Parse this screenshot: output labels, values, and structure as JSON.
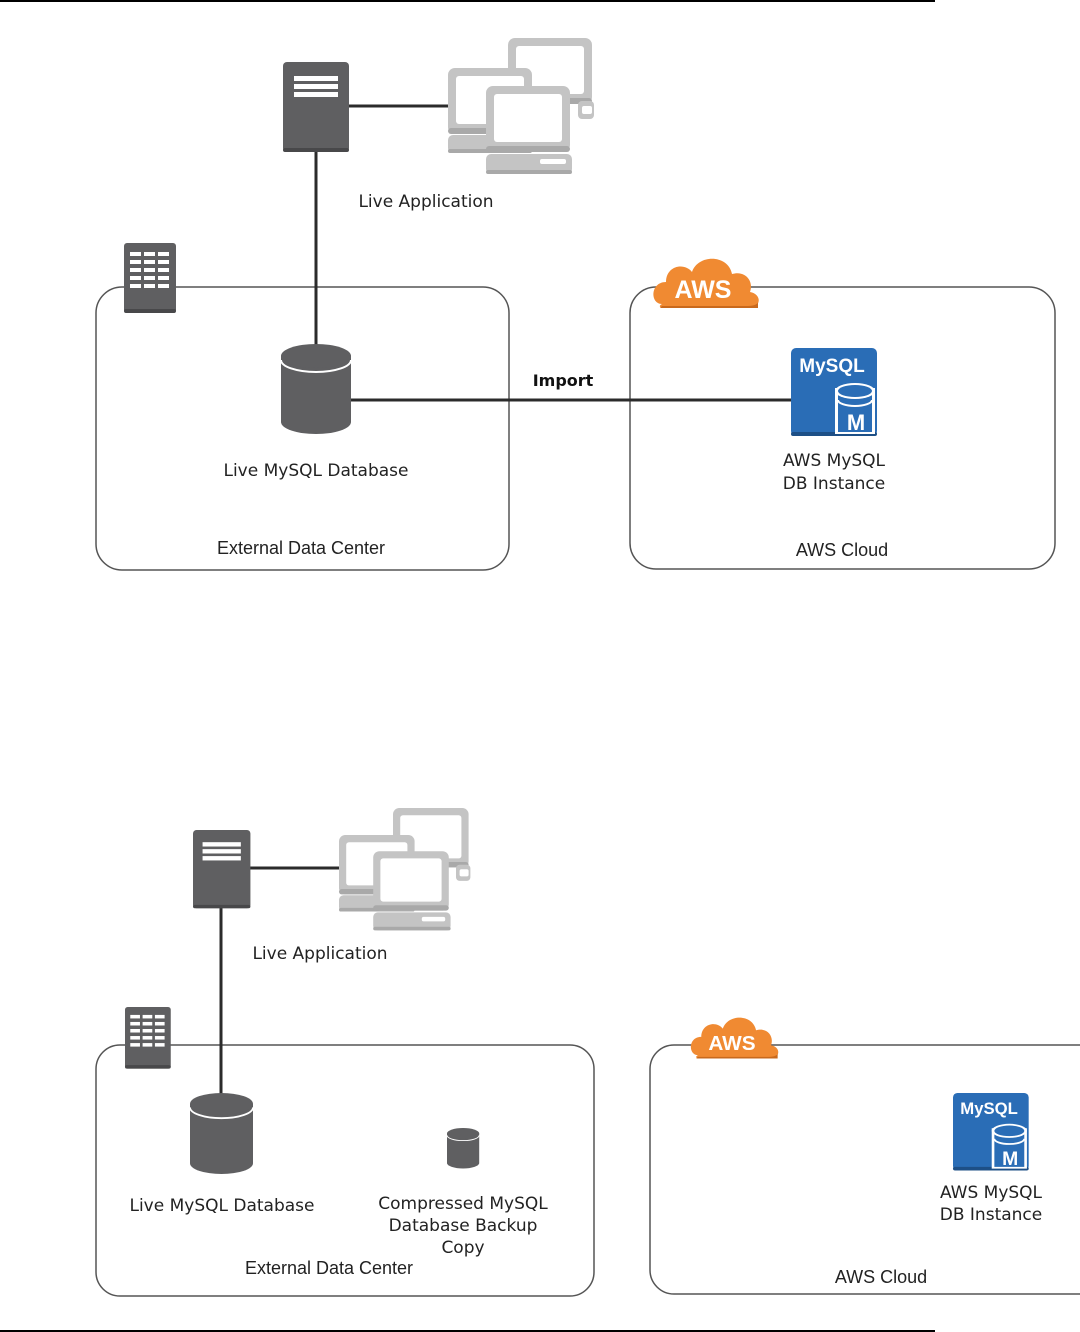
{
  "colors": {
    "server_gray": "#5f5f61",
    "monitor_gray": "#c4c4c4",
    "line_dark": "#2b2b2b",
    "box_border": "#555555",
    "aws_orange": "#f08a32",
    "mysql_blue": "#2a6db6"
  },
  "diagram_top": {
    "live_application_label": "Live Application",
    "data_center": {
      "label": "External Data Center",
      "database_label": "Live MySQL Database"
    },
    "connection_label": "Import",
    "aws_cloud": {
      "badge": "AWS",
      "label": "AWS Cloud",
      "mysql_tile_text": "MySQL",
      "mysql_tile_letter": "M",
      "instance_label_line1": "AWS MySQL",
      "instance_label_line2": "DB Instance"
    }
  },
  "diagram_bottom": {
    "live_application_label": "Live Application",
    "data_center": {
      "label": "External Data Center",
      "database_label": "Live MySQL Database",
      "backup_label_line1": "Compressed MySQL",
      "backup_label_line2": "Database Backup",
      "backup_label_line3": "Copy"
    },
    "aws_cloud": {
      "badge": "AWS",
      "label": "AWS Cloud",
      "mysql_tile_text": "MySQL",
      "mysql_tile_letter": "M",
      "instance_label_line1": "AWS MySQL",
      "instance_label_line2": "DB Instance"
    }
  }
}
